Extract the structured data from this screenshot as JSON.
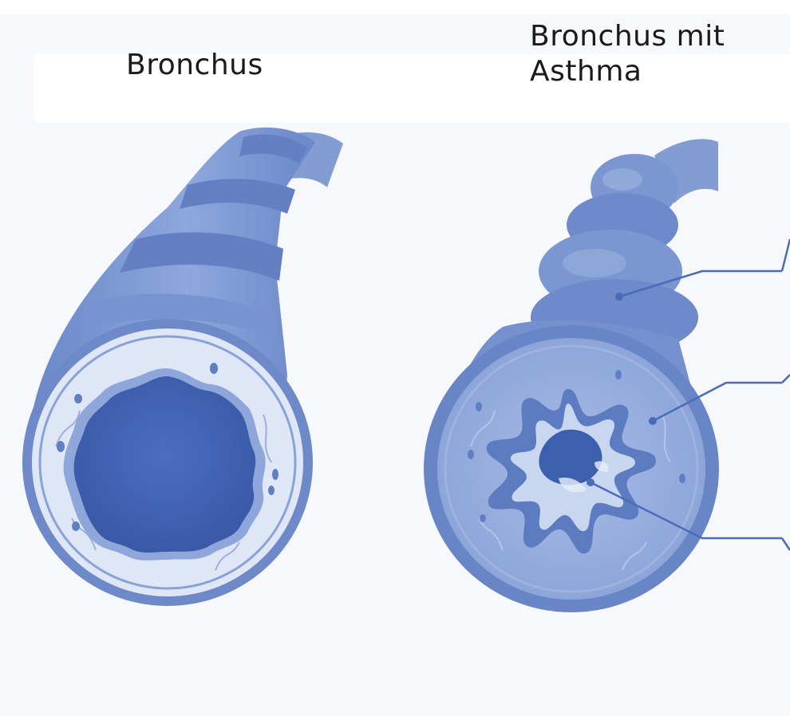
{
  "labels": {
    "normal_bronchus": "Bronchus",
    "asthma_bronchus_line1": "Bronchus mit",
    "asthma_bronchus_line2": "Asthma"
  },
  "colors": {
    "tube_dark": "#5f7fc4",
    "tube_mid": "#7d98d2",
    "tube_light": "#a9bde6",
    "wall_pale": "#dce4f4",
    "lumen": "#3f62b0",
    "leader_line": "#4a6bb8",
    "background": "#f7f8fb"
  },
  "icons": [
    "normal-bronchus-illustration",
    "asthma-bronchus-illustration"
  ]
}
